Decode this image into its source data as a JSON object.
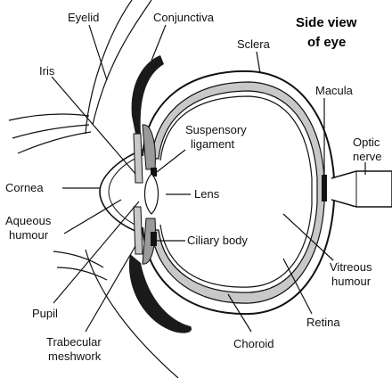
{
  "title": [
    "Side view",
    "of eye"
  ],
  "labels": {
    "eyelid": "Eyelid",
    "conjunctiva": "Conjunctiva",
    "sclera": "Sclera",
    "iris": "Iris",
    "macula": "Macula",
    "optic_nerve": [
      "Optic",
      "nerve"
    ],
    "suspensory_ligament": [
      "Suspensory",
      "ligament"
    ],
    "cornea": "Cornea",
    "lens": "Lens",
    "aqueous_humour": [
      "Aqueous",
      "humour"
    ],
    "ciliary_body": "Ciliary body",
    "vitreous_humour": [
      "Vitreous",
      "humour"
    ],
    "pupil": "Pupil",
    "retina": "Retina",
    "trabecular_meshwork": [
      "Trabecular",
      "meshwork"
    ],
    "choroid": "Choroid"
  },
  "colors": {
    "outline": "#111111",
    "eyelid_fill": "#1a1a1a",
    "choroid_band": "#c8c8c8",
    "ciliary_fill": "#9a9a9a"
  }
}
